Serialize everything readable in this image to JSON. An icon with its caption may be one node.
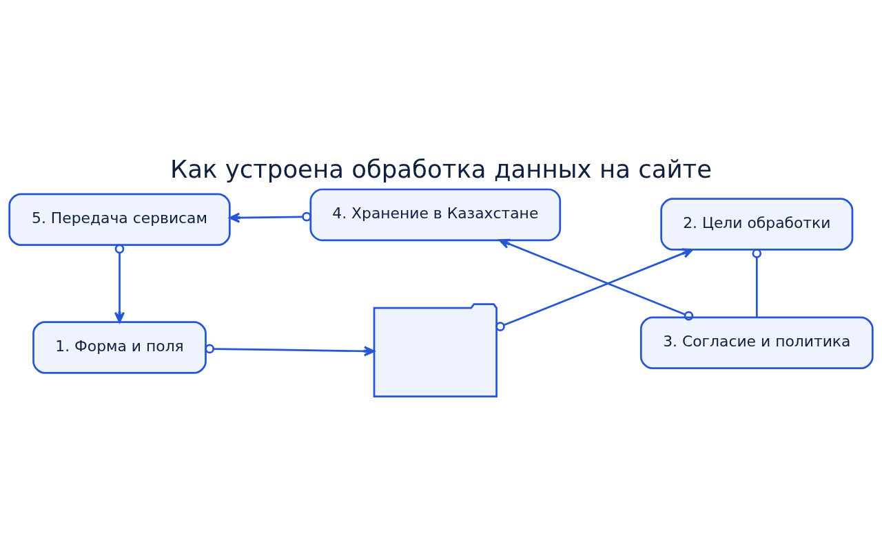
{
  "diagram": {
    "title": "Как устроена обработка данных на сайте",
    "nodes": [
      {
        "text": [
          "1. Форма и поля"
        ]
      },
      {
        "text": [],
        "shape": "folder"
      },
      {
        "text": [
          "2. Цели обработки"
        ]
      },
      {
        "text": [
          "3. Согласие и политика"
        ]
      },
      {
        "text": [
          "4. Хранение в Казахстане"
        ]
      },
      {
        "text": [
          "5. Передача сервисам"
        ]
      }
    ],
    "edges": [
      {
        "from": 0,
        "to": 1,
        "arrow": "to"
      },
      {
        "from": 1,
        "to": 2,
        "arrow": "to"
      },
      {
        "from": 2,
        "to": 3,
        "arrow": "other"
      },
      {
        "from": 3,
        "to": 4,
        "arrow": "to"
      },
      {
        "from": 4,
        "to": 5,
        "arrow": "to"
      },
      {
        "from": 5,
        "to": 0,
        "arrow": "to"
      }
    ]
  }
}
